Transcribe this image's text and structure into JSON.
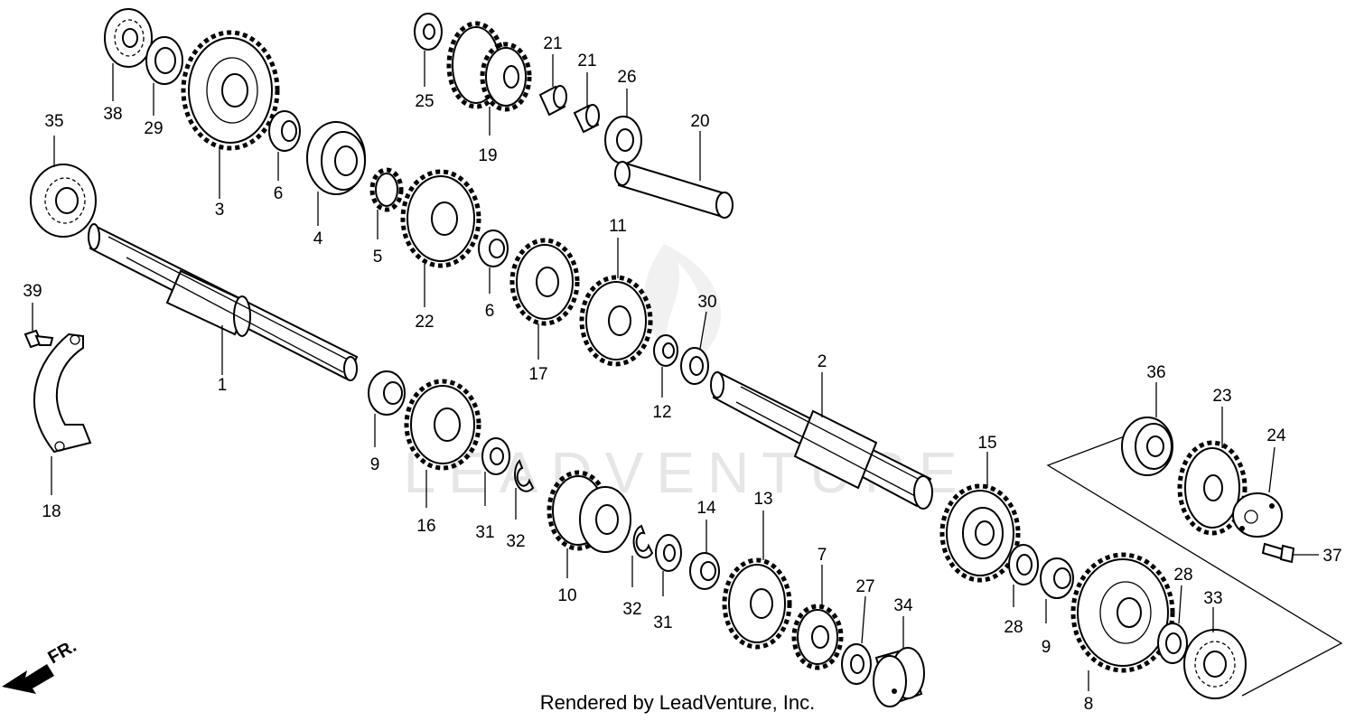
{
  "watermark": "LEADVENTURE",
  "credit": "Rendered by LeadVenture, Inc.",
  "direction": {
    "label": "FR.",
    "icon": "front-direction-arrow-icon"
  },
  "labels": {
    "p1": "1",
    "p2": "2",
    "p3": "3",
    "p4": "4",
    "p5": "5",
    "p6a": "6",
    "p6b": "6",
    "p7": "7",
    "p8": "8",
    "p9a": "9",
    "p9b": "9",
    "p10": "10",
    "p11": "11",
    "p12": "12",
    "p13": "13",
    "p14": "14",
    "p15": "15",
    "p16": "16",
    "p17": "17",
    "p18": "18",
    "p19": "19",
    "p20": "20",
    "p21a": "21",
    "p21b": "21",
    "p22": "22",
    "p23": "23",
    "p24": "24",
    "p25": "25",
    "p26": "26",
    "p27": "27",
    "p28a": "28",
    "p28b": "28",
    "p29": "29",
    "p30": "30",
    "p31a": "31",
    "p31b": "31",
    "p32a": "32",
    "p32b": "32",
    "p33": "33",
    "p34": "34",
    "p35": "35",
    "p36": "36",
    "p37": "37",
    "p38": "38",
    "p39": "39"
  }
}
